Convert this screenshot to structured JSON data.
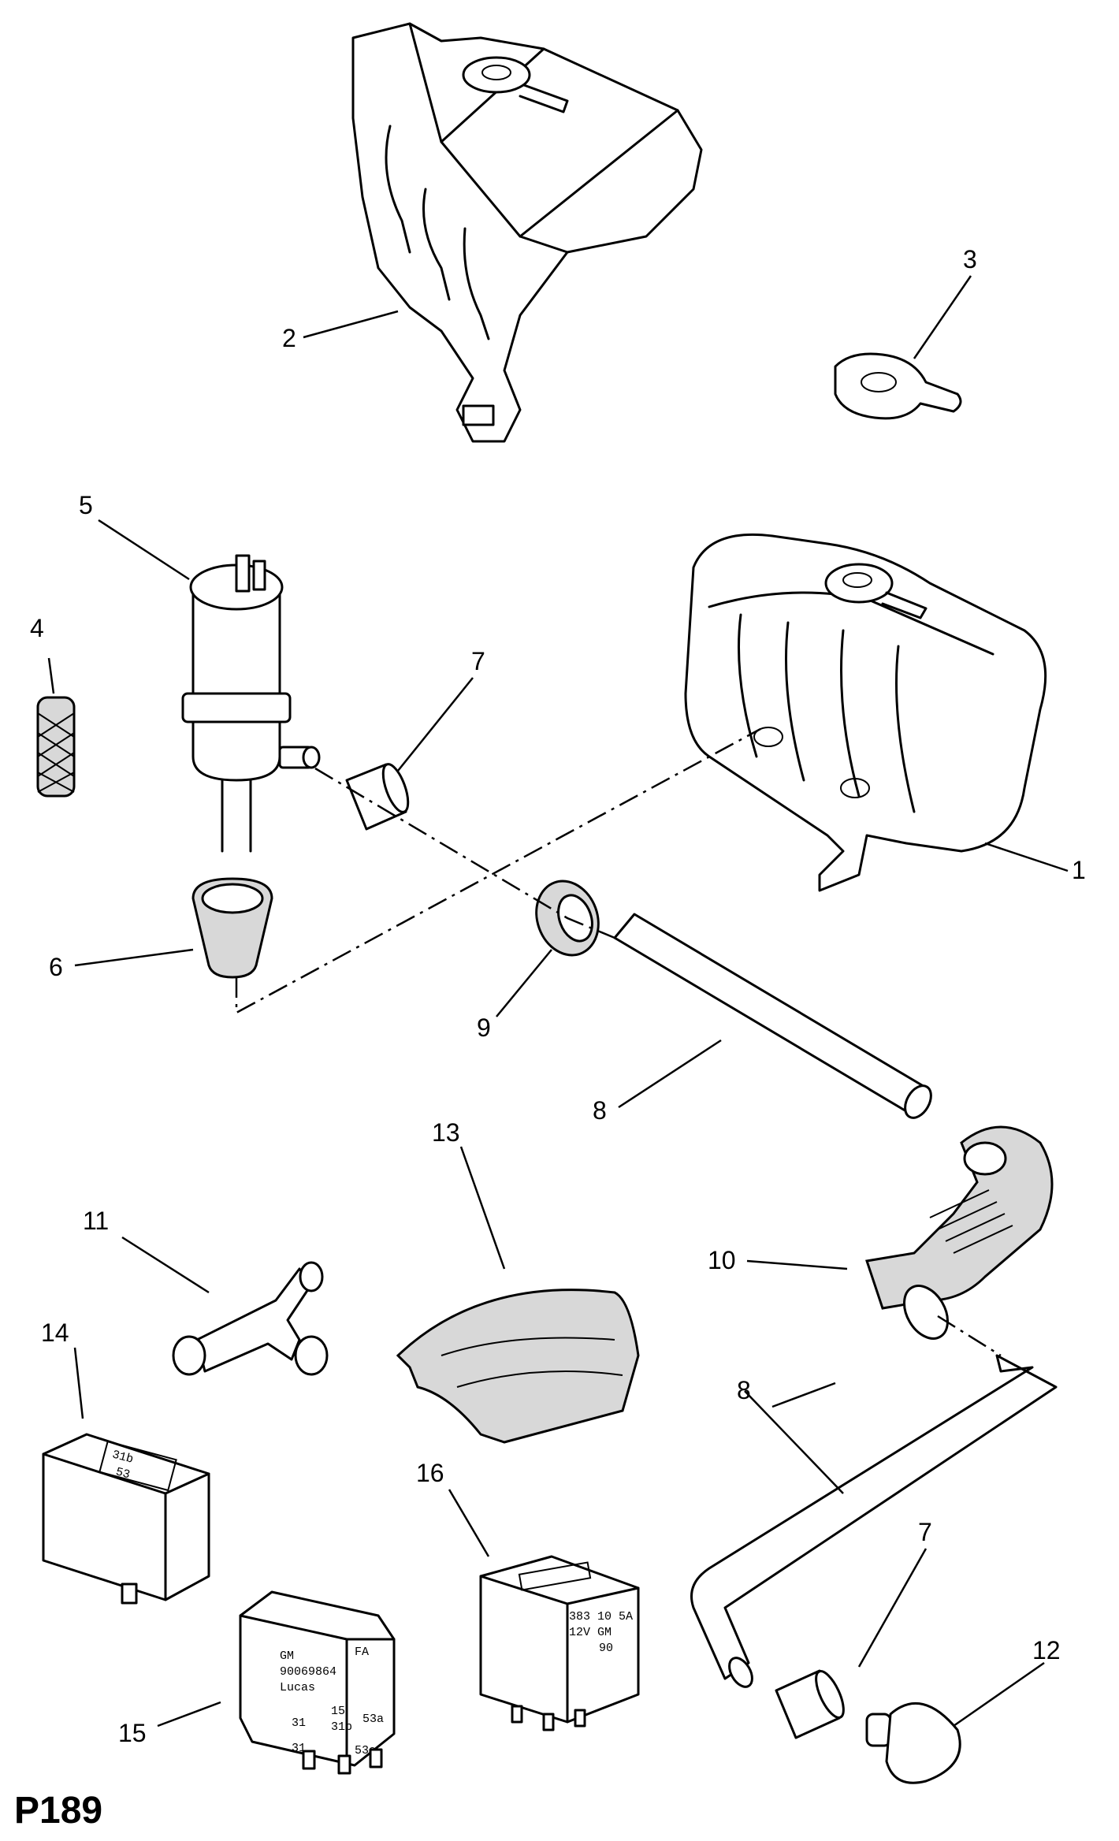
{
  "page_code": "P189",
  "callouts": {
    "c1": "1",
    "c2": "2",
    "c3": "3",
    "c4": "4",
    "c5": "5",
    "c6": "6",
    "c7a": "7",
    "c7b": "7",
    "c8a": "8",
    "c8b": "8",
    "c9": "9",
    "c10": "10",
    "c11": "11",
    "c12": "12",
    "c13": "13",
    "c14": "14",
    "c15": "15",
    "c16": "16"
  },
  "relay15_label": {
    "l1": "GM",
    "l2": "90069864",
    "l3": "Lucas",
    "l4": "FA",
    "l5": "15",
    "l6": "31",
    "l7": "31b",
    "l8": "53a",
    "l9": "53e",
    "l10": "31"
  },
  "relay16_label": {
    "l1": "383 10 5A",
    "l2": "12V  GM",
    "l3": "90"
  },
  "relay14_label": {
    "l1": "31b",
    "l2": "53"
  }
}
